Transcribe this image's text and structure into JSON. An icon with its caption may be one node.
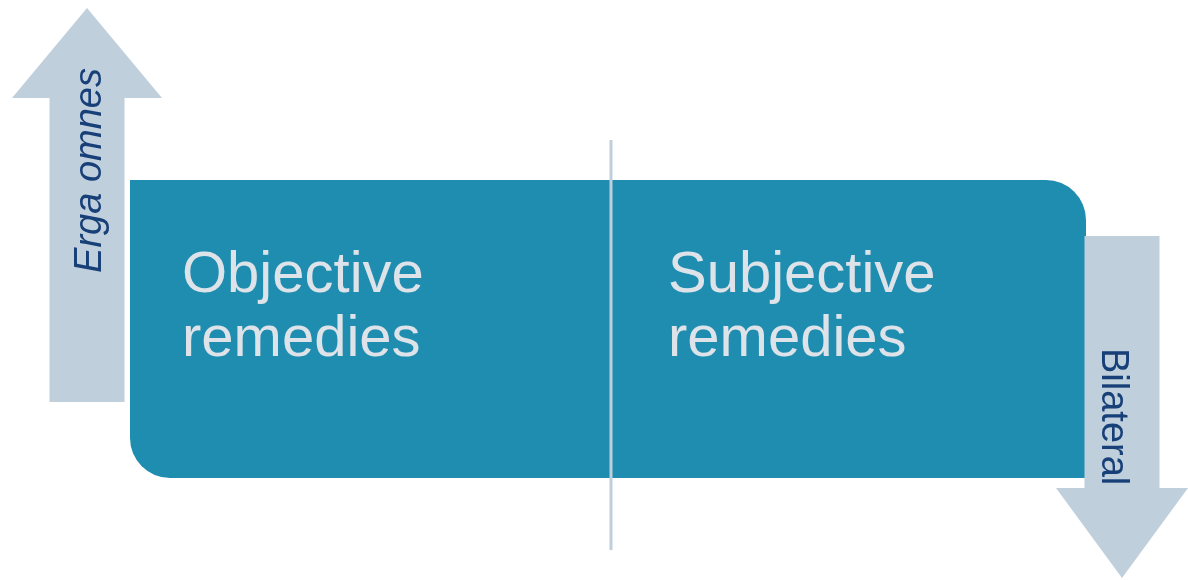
{
  "diagram": {
    "nodes": [
      {
        "text": [
          "Erga omnes"
        ]
      },
      {
        "text": [
          "Objective remedies"
        ]
      },
      {
        "text": [
          "Subjective remedies"
        ]
      },
      {
        "text": [
          "Bilateral"
        ]
      }
    ]
  }
}
